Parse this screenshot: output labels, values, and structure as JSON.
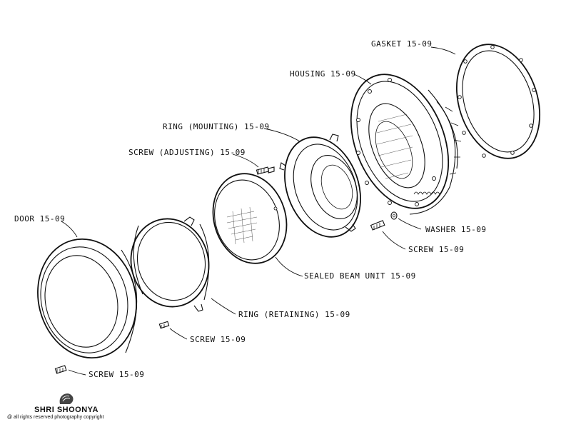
{
  "labels": {
    "gasket": "GASKET 15-09",
    "housing": "HOUSING 15-09",
    "ring_mounting": "RING (MOUNTING) 15-09",
    "screw_adjusting": "SCREW (ADJUSTING) 15-09",
    "door": "DOOR 15-09",
    "washer": "WASHER 15-09",
    "screw_housing": "SCREW 15-09",
    "sealed_beam": "SEALED BEAM UNIT 15-09",
    "ring_retaining": "RING (RETAINING) 15-09",
    "screw_ring": "SCREW 15-09",
    "screw_door": "SCREW 15-09"
  },
  "branding": {
    "name": "SHRI SHOONYA",
    "copyright": "@ all rights reserved photography copyright"
  },
  "colors": {
    "ink": "#111111",
    "background": "#ffffff"
  }
}
